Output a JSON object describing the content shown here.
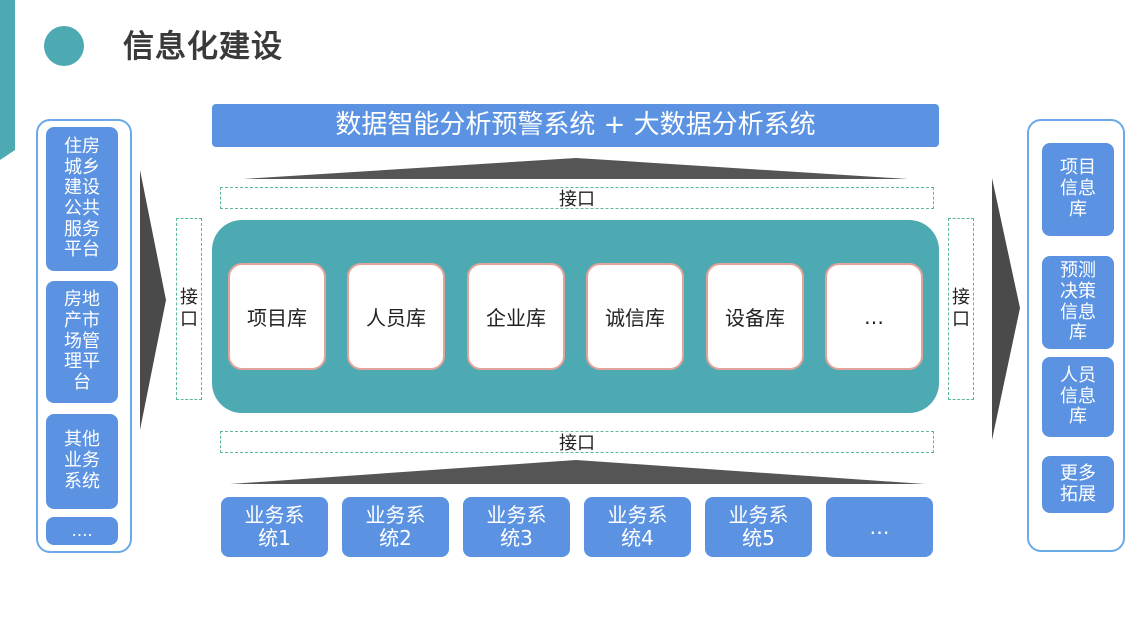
{
  "title": "信息化建设",
  "top_system": "数据智能分析预警系统 + 大数据分析系统",
  "interface_top": "接口",
  "interface_bottom": "接口",
  "interface_left": "接口",
  "interface_right": "接口",
  "databases": [
    "项目库",
    "人员库",
    "企业库",
    "诚信库",
    "设备库",
    "…"
  ],
  "business_systems": [
    "业务系统1",
    "业务系统2",
    "业务系统3",
    "业务系统4",
    "业务系统5",
    "…"
  ],
  "left_sources": [
    "住房城乡建设公共服务平台",
    "房地产市场管理平台",
    "其他业务系统",
    "…."
  ],
  "right_outputs": [
    "项目信息库",
    "预测决策信息库",
    "人员信息库",
    "更多拓展"
  ],
  "colors": {
    "teal": "#4eaab2",
    "blue": "#5b93e2",
    "panel_border": "#6aaae6",
    "db_border": "#e3a39a",
    "dash": "#5cb6a0"
  }
}
